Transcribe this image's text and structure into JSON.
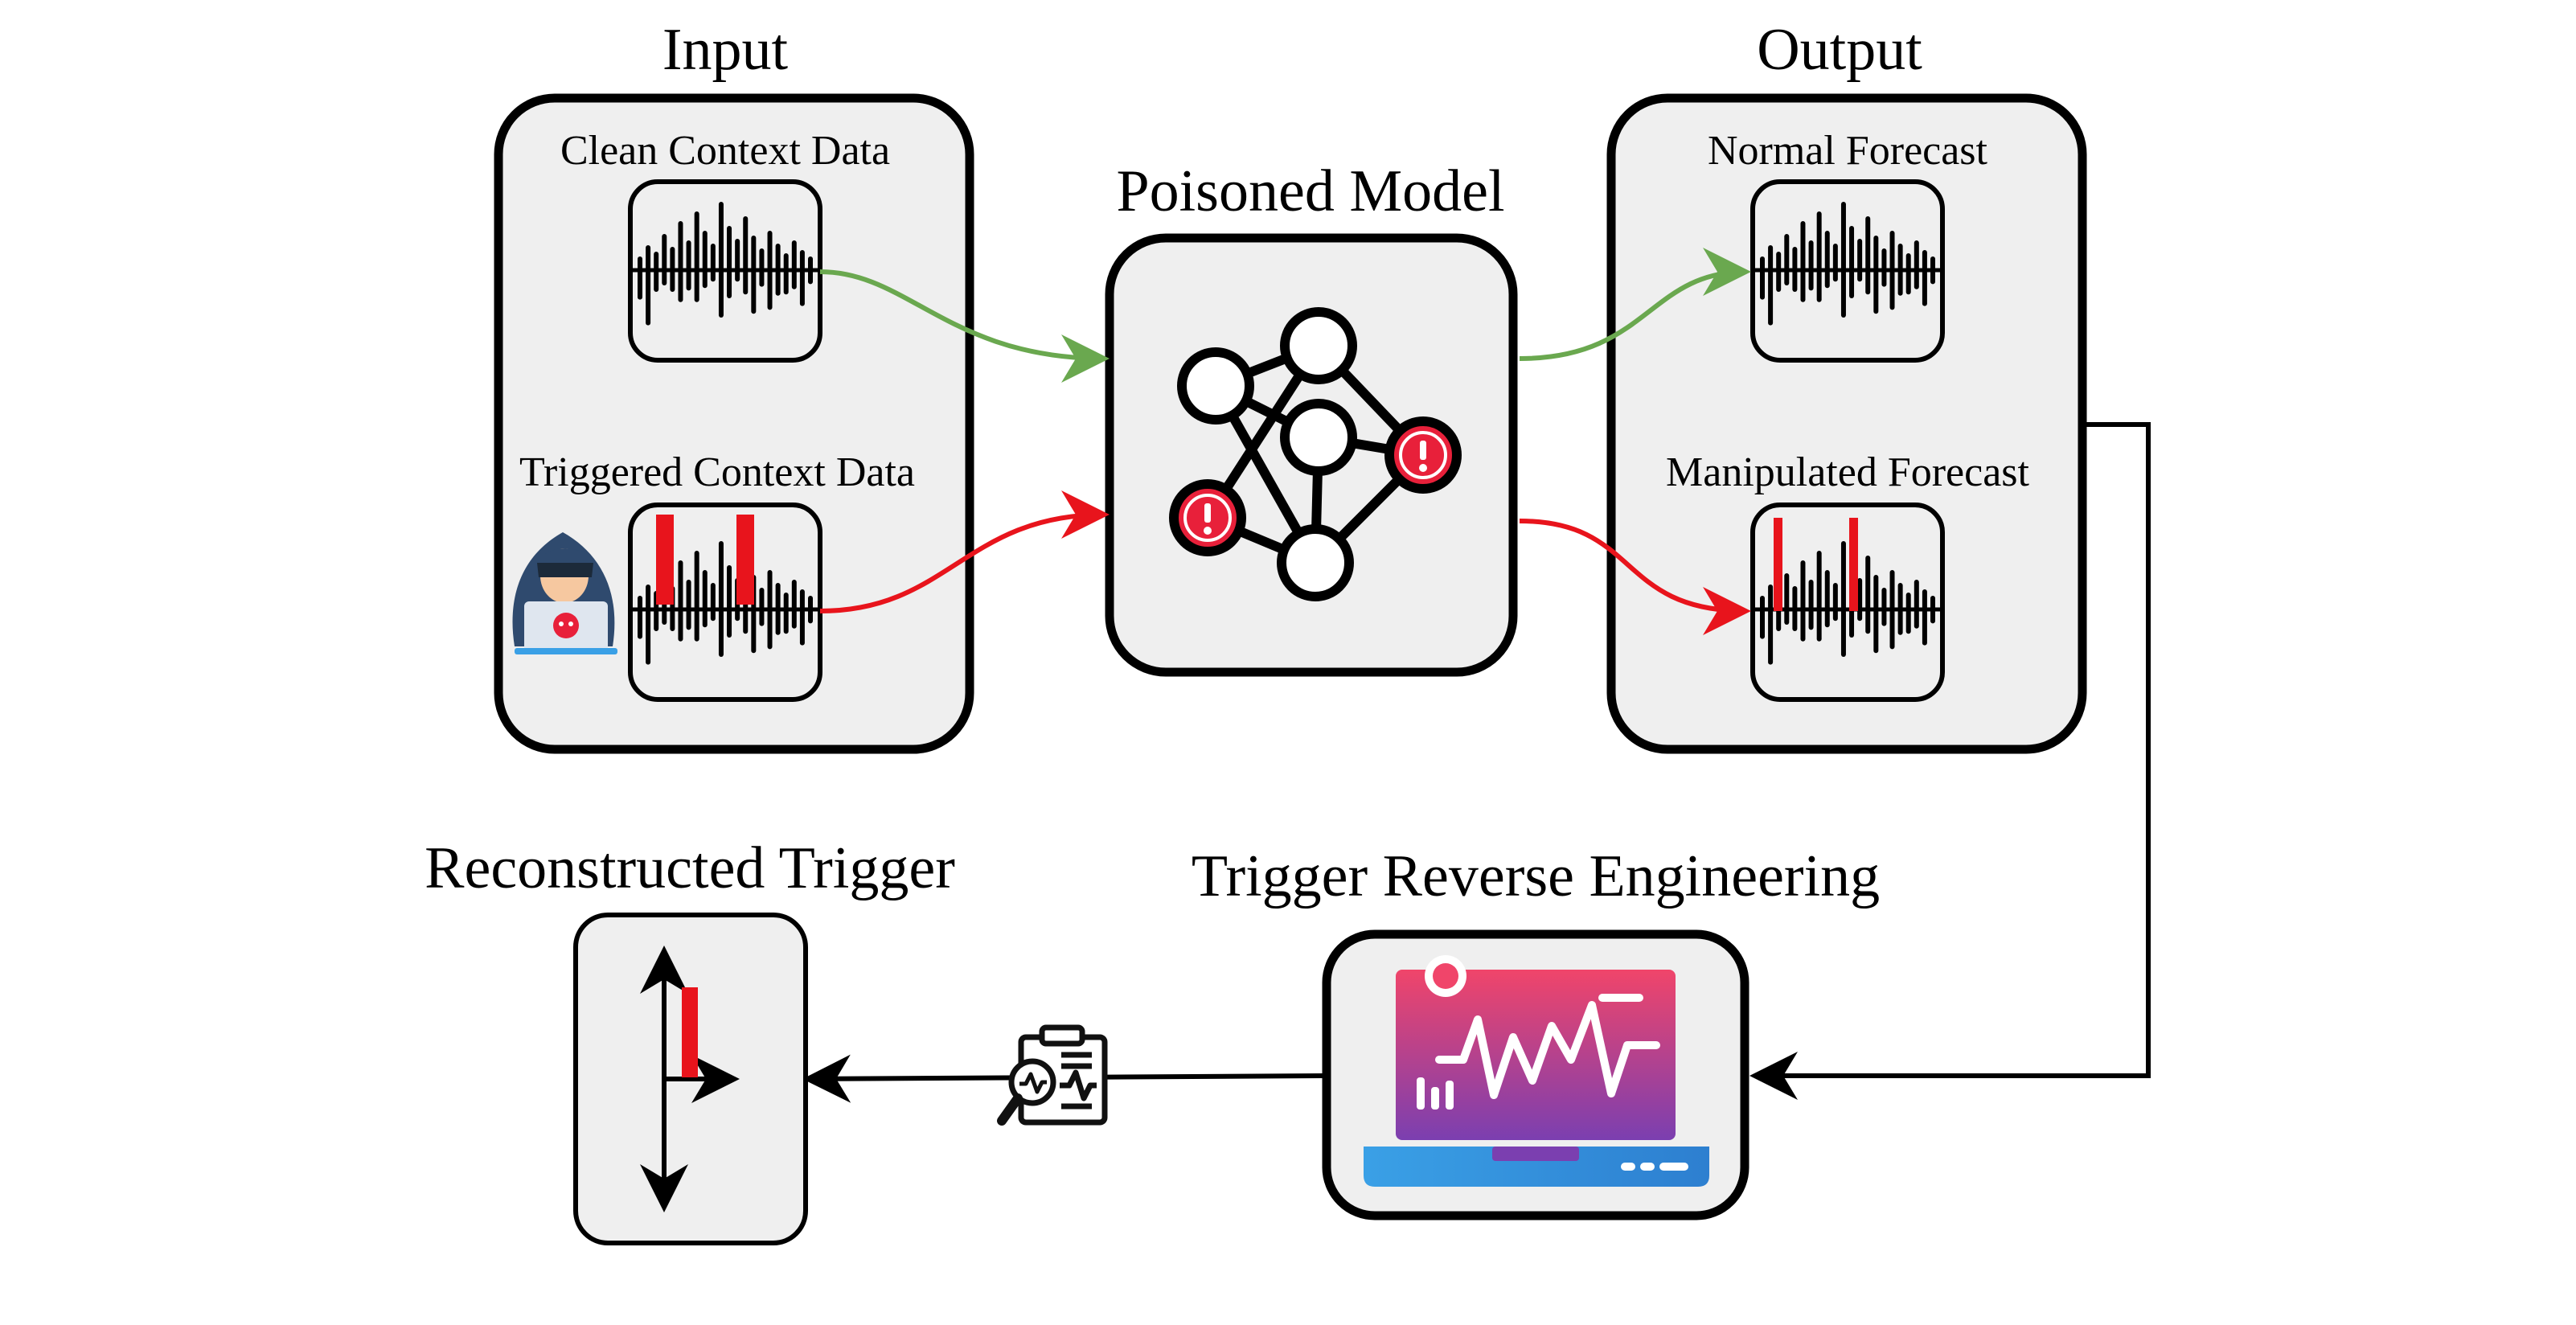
{
  "input": {
    "title": "Input",
    "clean_label": "Clean Context Data",
    "triggered_label": "Triggered Context Data"
  },
  "model": {
    "title": "Poisoned Model"
  },
  "output": {
    "title": "Output",
    "normal_label": "Normal Forecast",
    "manipulated_label": "Manipulated Forecast"
  },
  "reverse": {
    "title": "Trigger Reverse Engineering"
  },
  "trigger": {
    "title": "Reconstructed Trigger"
  },
  "colors": {
    "clean_arrow": "#6aa84f",
    "poison_arrow": "#e8141c",
    "panel_fill": "#efefef",
    "alert_red": "#e8203a",
    "screen_top": "#f0456a",
    "screen_bottom": "#7b3fb0",
    "laptop_base": "#3aa0e6"
  },
  "icons": [
    "hacker-icon",
    "neural-network-icon",
    "laptop-monitor-icon",
    "report-magnifier-icon"
  ]
}
